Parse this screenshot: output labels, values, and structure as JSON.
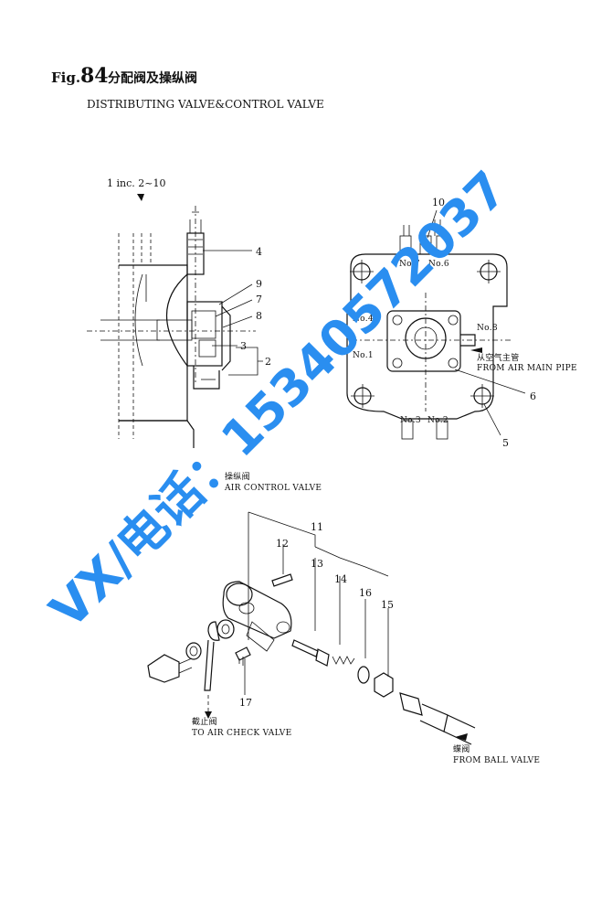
{
  "header": {
    "fig_prefix": "Fig.",
    "fig_number": "84",
    "title_cn": "分配阀及操纵阀",
    "title_en": "DISTRIBUTING VALVE&CONTROL VALVE"
  },
  "left_view": {
    "assembly_label": "1  inc. 2~10",
    "callouts": [
      "4",
      "9",
      "7",
      "8",
      "3",
      "2"
    ]
  },
  "right_view": {
    "callouts": [
      "10",
      "6",
      "5"
    ],
    "ports": [
      "No.7",
      "No.6",
      "No.4",
      "No.8",
      "No.1",
      "No.3",
      "No.2"
    ],
    "air_main_cn": "从空气主管",
    "air_main_en": "FROM AIR MAIN PIPE"
  },
  "control_valve": {
    "title_cn": "操纵阀",
    "title_en": "AIR CONTROL VALVE",
    "callouts": [
      "11",
      "12",
      "13",
      "14",
      "16",
      "15",
      "17"
    ],
    "to_check_cn": "截止阀",
    "to_check_en": "TO AIR CHECK VALVE",
    "from_ball_cn": "蝶阀",
    "from_ball_en": "FROM BALL VALVE"
  },
  "watermark": "VX/电话：15340572037"
}
